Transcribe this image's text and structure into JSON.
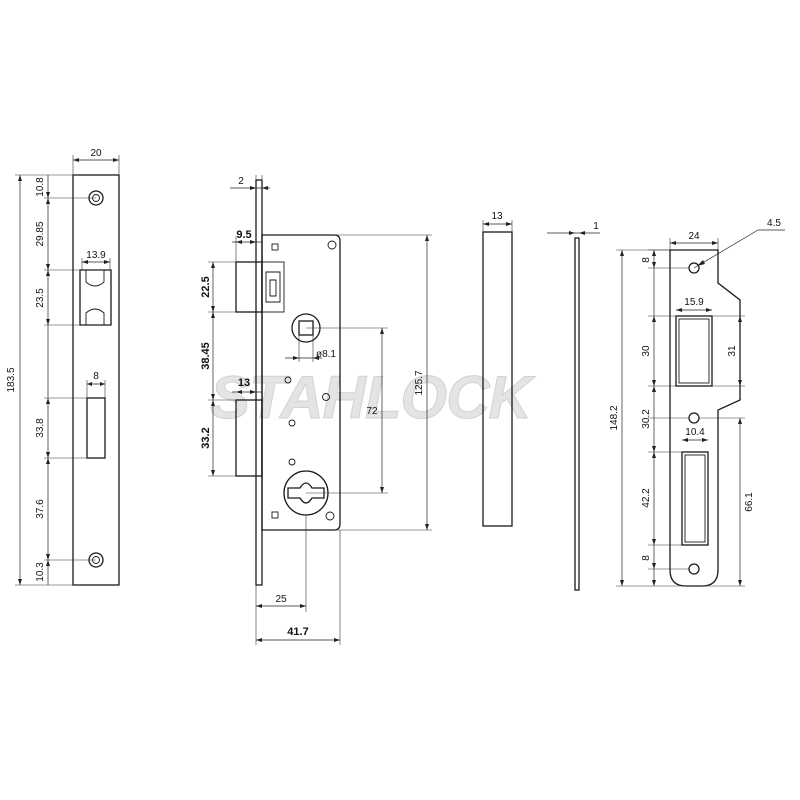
{
  "watermark": "STAHLOCK",
  "faceplate": {
    "width": "20",
    "total_height": "183.5",
    "top_to_hole": "10.8",
    "hole_to_latch": "29.85",
    "latch_height": "23.5",
    "latch_width": "13.9",
    "bolt_width": "8",
    "bolt_height": "33.8",
    "bolt_to_hole": "37.6",
    "hole_to_bottom": "10.3"
  },
  "body": {
    "plate_thickness": "2",
    "latch_projection": "9.5",
    "latch_height": "22.5",
    "follower_diameter": "ø8.1",
    "latch_to_bolt": "38.45",
    "bolt_projection": "13",
    "bolt_height": "33.2",
    "center_distance": "72",
    "body_height": "125.7",
    "backset": "25",
    "body_depth": "41.7"
  },
  "side_view": {
    "thickness": "13"
  },
  "strike_edge": {
    "thickness": "1"
  },
  "strike_plate": {
    "width": "24",
    "hole_diameter": "4.5",
    "top_to_hole": "8",
    "latch_slot_width": "15.9",
    "latch_slot_height": "30",
    "latch_slot_outer": "31",
    "slot_to_hole": "30.2",
    "bolt_slot_width": "10.4",
    "bolt_slot_height": "42.2",
    "hole_to_bottom": "8",
    "total_height": "148.2",
    "hole_to_bottom_total": "66.1"
  }
}
